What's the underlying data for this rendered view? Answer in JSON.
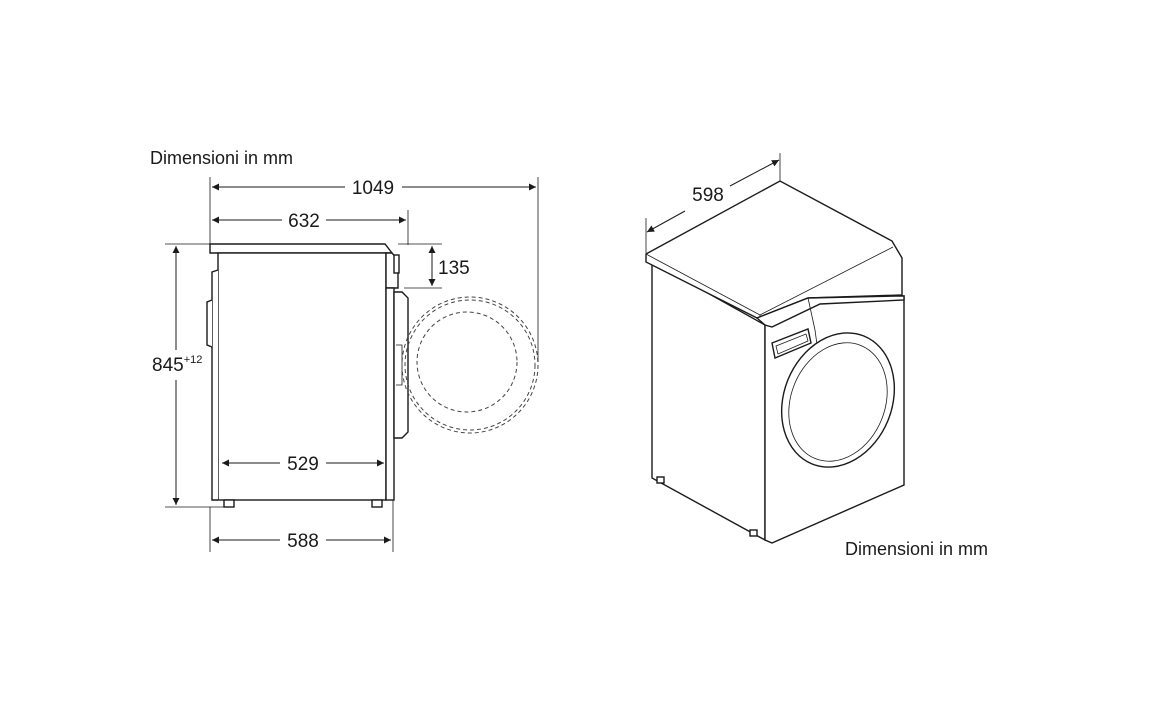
{
  "captions": {
    "side_caption": "Dimensioni in mm",
    "iso_caption": "Dimensioni in mm"
  },
  "dimensions": {
    "total_depth_door_open": "1049",
    "depth_top": "632",
    "door_offset": "135",
    "height": "845",
    "height_tolerance": "+12",
    "inner_depth": "529",
    "depth_base": "588",
    "width": "598"
  },
  "colors": {
    "line": "#1a1a1a",
    "background": "#ffffff"
  }
}
